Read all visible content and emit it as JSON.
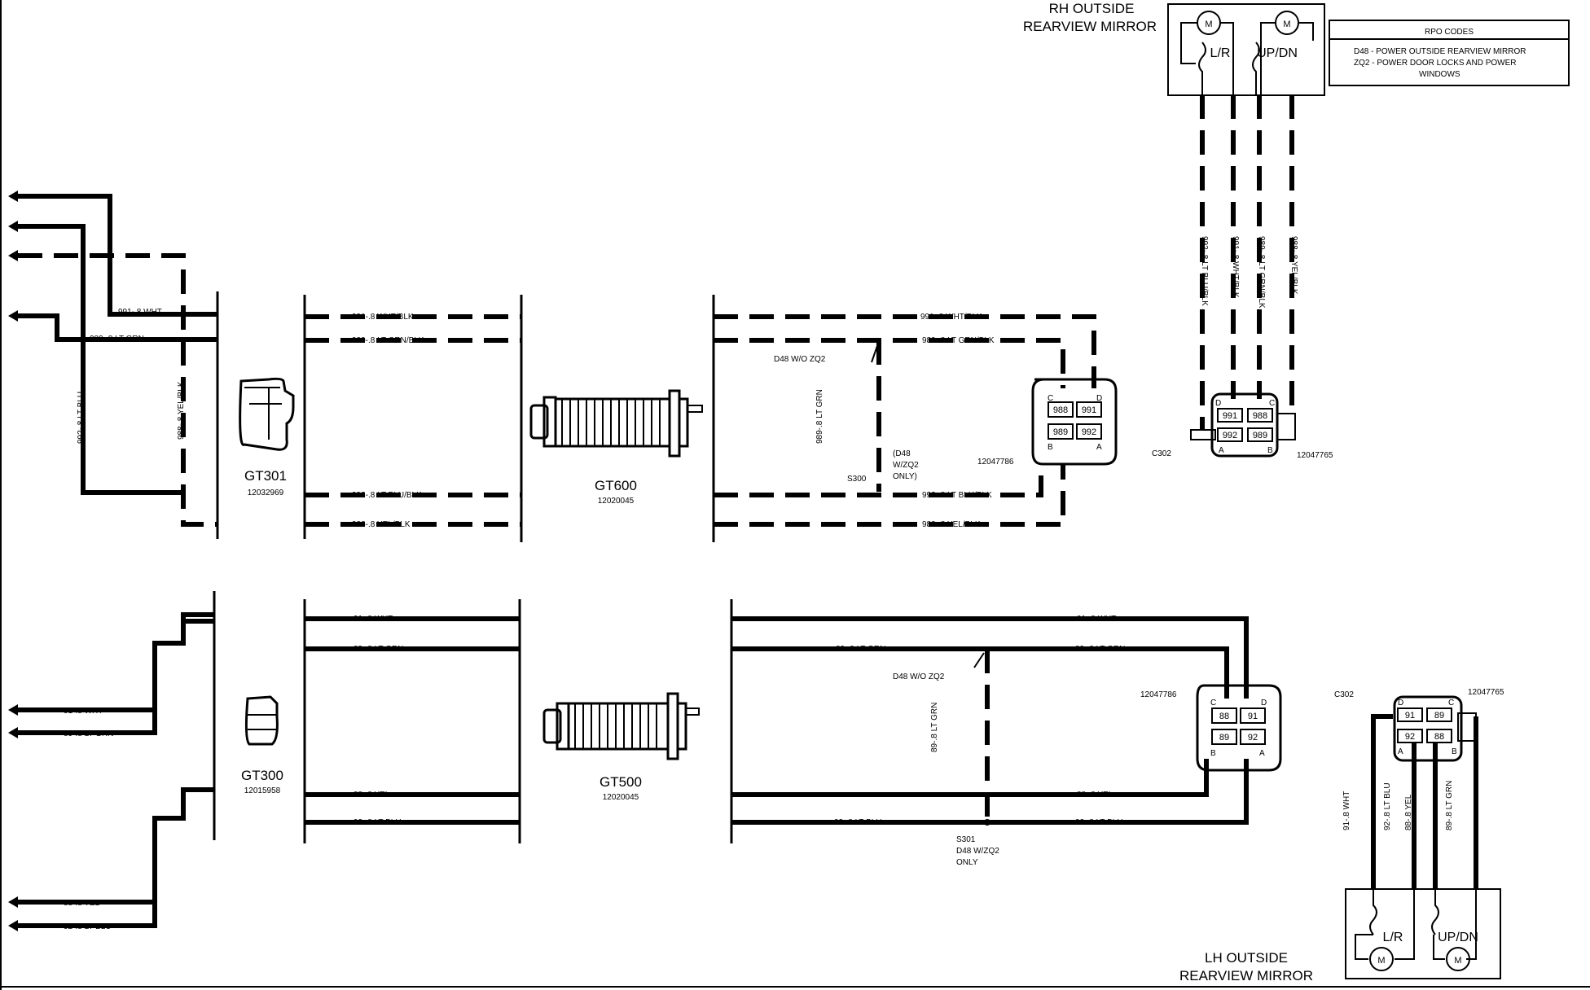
{
  "rpo_box": {
    "title": "RPO CODES",
    "line1": "D48 - POWER OUTSIDE REARVIEW MIRROR",
    "line2": "ZQ2 - POWER DOOR LOCKS AND POWER",
    "line3": "WINDOWS"
  },
  "rh_mirror": {
    "title1": "RH OUTSIDE",
    "title2": "REARVIEW MIRROR",
    "motor": "M",
    "lr": "L/R",
    "updn": "UP/DN",
    "wires": [
      "992-.8 LT BLU/BLK",
      "991-.8 WHT/BLK",
      "989-.8 LT GRN/BLK",
      "988-.8 YEL/BLK"
    ],
    "conn_label": "C302",
    "conn_part": "12047765",
    "pins": [
      "991",
      "988",
      "992",
      "989"
    ],
    "cav": [
      "D",
      "C",
      "A",
      "B"
    ]
  },
  "upper": {
    "wires_left": [
      "991-.8 WHT",
      "989-.8 LT GRN",
      "992-.8 LT BLU",
      "988-.8 YEL/BLK"
    ],
    "wires_mid": [
      "991-.8 WHT/BLK",
      "989-.8 LT GRN/BLK",
      "992-.8 LT BLU/BLK",
      "988-.8 YEL/BLK"
    ],
    "wires_right": [
      "991-.8 WHT/BLK",
      "989-.8 LT GRN/BLK",
      "992-.8 LT BLU/BLK",
      "988-.8 YEL/BLK"
    ],
    "gt_a": "GT301",
    "gt_a_part": "12032969",
    "gt_b": "GT600",
    "gt_b_part": "12020045",
    "option": "D48 W/O ZQ2",
    "splice": "S300",
    "splice_note": [
      "(D48",
      "W/ZQ2",
      "ONLY)"
    ],
    "splice_wire": "989-.8 LT GRN",
    "conn_part": "12047786",
    "pins": [
      "988",
      "991",
      "989",
      "992"
    ],
    "cav": [
      "C",
      "D",
      "B",
      "A"
    ]
  },
  "lower": {
    "wires_mid": [
      "91-.8 WHT",
      "89-.8 LT GRN",
      "88-.8 YEL",
      "92-.8 LT BLU"
    ],
    "wires_right": [
      "91-.8 WHT",
      "89-.8 LT GRN",
      "88-.8 YEL",
      "92-.8 LT BLU"
    ],
    "wires_left_ends": [
      "91-.8 WHT",
      "89-.8 LT GRN",
      "88-.8 YEL",
      "92-.8 LT BLU"
    ],
    "gt_a": "GT300",
    "gt_a_part": "12015958",
    "gt_b": "GT500",
    "gt_b_part": "12020045",
    "option": "D48 W/O ZQ2",
    "splice": "S301",
    "splice_note": [
      "D48 W/ZQ2",
      "ONLY"
    ],
    "splice_wire": "89-.8 LT GRN",
    "conn_part": "12047786",
    "pins": [
      "88",
      "91",
      "89",
      "92"
    ],
    "cav": [
      "C",
      "D",
      "B",
      "A"
    ]
  },
  "lh_mirror": {
    "title1": "LH OUTSIDE",
    "title2": "REARVIEW MIRROR",
    "motor": "M",
    "lr": "L/R",
    "updn": "UP/DN",
    "wires": [
      "91-.8 WHT",
      "92-.8 LT BLU",
      "88-.8 YEL",
      "89-.8 LT GRN"
    ],
    "conn_label": "C302",
    "conn_part": "12047765",
    "pins": [
      "91",
      "89",
      "92",
      "88"
    ],
    "cav": [
      "D",
      "C",
      "A",
      "B"
    ]
  }
}
